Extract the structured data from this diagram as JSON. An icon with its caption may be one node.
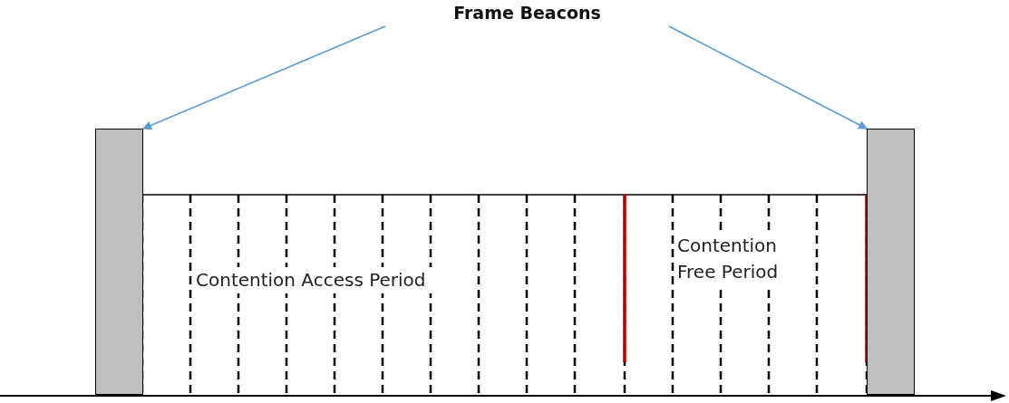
{
  "diagram": {
    "nodes": [
      {
        "text": [
          "Frame Beacons"
        ]
      },
      {
        "text": [],
        "shape": "bar"
      },
      {
        "text": [],
        "shape": "bar"
      }
    ],
    "edges": [
      {
        "from": 0,
        "to": 1,
        "arrow": "to"
      },
      {
        "from": 0,
        "to": 2,
        "arrow": "to"
      }
    ],
    "labels": [
      "Contention Access Period",
      "Contention Free Period"
    ]
  }
}
